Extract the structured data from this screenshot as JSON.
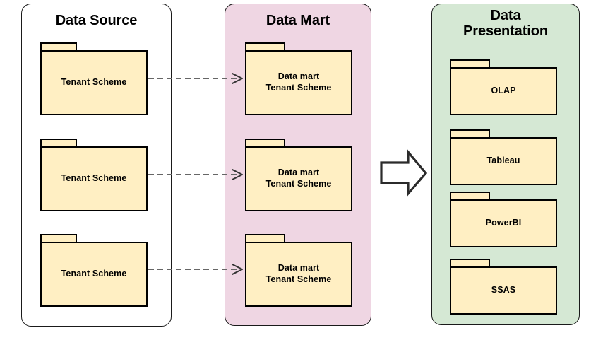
{
  "diagram": {
    "title_alt": "Data Source to Data Mart to Data Presentation",
    "colors": {
      "source_panel_fill": "#FFFFFF",
      "mart_panel_fill": "#EFD6E3",
      "presentation_panel_fill": "#D5E8D4",
      "folder_fill": "#FFEFC3",
      "outline": "#000000",
      "connector": "#666666",
      "block_arrow_fill": "#FFFFFF",
      "block_arrow_stroke": "#2B2B2B"
    }
  },
  "panels": [
    {
      "id": "data-source",
      "title": "Data Source",
      "nodes": [
        {
          "label": "Tenant Scheme"
        },
        {
          "label": "Tenant Scheme"
        },
        {
          "label": "Tenant Scheme"
        }
      ]
    },
    {
      "id": "data-mart",
      "title": "Data Mart",
      "nodes": [
        {
          "label": "Data mart\nTenant Scheme"
        },
        {
          "label": "Data mart\nTenant Scheme"
        },
        {
          "label": "Data mart\nTenant Scheme"
        }
      ]
    },
    {
      "id": "data-presentation",
      "title": "Data\nPresentation",
      "nodes": [
        {
          "label": "OLAP"
        },
        {
          "label": "Tableau"
        },
        {
          "label": "PowerBI"
        },
        {
          "label": "SSAS"
        }
      ]
    }
  ],
  "connectors": {
    "dashed_flows": [
      {
        "from": "source-node-1",
        "to": "mart-node-1",
        "style": "dashed",
        "arrowhead": "open"
      },
      {
        "from": "source-node-2",
        "to": "mart-node-2",
        "style": "dashed",
        "arrowhead": "open"
      },
      {
        "from": "source-node-3",
        "to": "mart-node-3",
        "style": "dashed",
        "arrowhead": "open"
      }
    ],
    "block_arrow": {
      "from": "data-mart",
      "to": "data-presentation",
      "direction": "right"
    }
  }
}
